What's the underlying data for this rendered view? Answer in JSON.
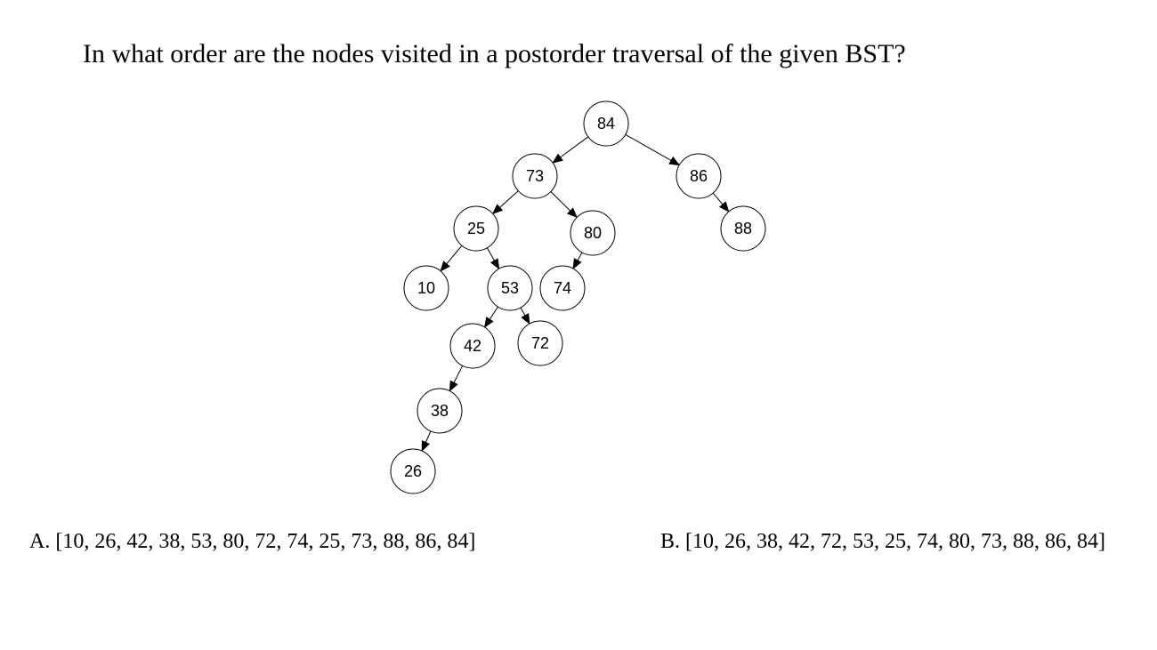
{
  "question": "In what order are the nodes visited in a postorder traversal of the given BST?",
  "tree": {
    "nodes": [
      {
        "id": "n84",
        "label": "84"
      },
      {
        "id": "n73",
        "label": "73"
      },
      {
        "id": "n86",
        "label": "86"
      },
      {
        "id": "n88",
        "label": "88"
      },
      {
        "id": "n25",
        "label": "25"
      },
      {
        "id": "n80",
        "label": "80"
      },
      {
        "id": "n10",
        "label": "10"
      },
      {
        "id": "n53",
        "label": "53"
      },
      {
        "id": "n74",
        "label": "74"
      },
      {
        "id": "n42",
        "label": "42"
      },
      {
        "id": "n72",
        "label": "72"
      },
      {
        "id": "n38",
        "label": "38"
      },
      {
        "id": "n26",
        "label": "26"
      }
    ],
    "edges": [
      {
        "from": "n84",
        "to": "n73"
      },
      {
        "from": "n84",
        "to": "n86"
      },
      {
        "from": "n86",
        "to": "n88"
      },
      {
        "from": "n73",
        "to": "n25"
      },
      {
        "from": "n73",
        "to": "n80"
      },
      {
        "from": "n25",
        "to": "n10"
      },
      {
        "from": "n25",
        "to": "n53"
      },
      {
        "from": "n80",
        "to": "n74"
      },
      {
        "from": "n53",
        "to": "n42"
      },
      {
        "from": "n53",
        "to": "n72"
      },
      {
        "from": "n42",
        "to": "n38"
      },
      {
        "from": "n38",
        "to": "n26"
      }
    ]
  },
  "options": {
    "a": "A. [10, 26, 42, 38, 53, 80, 72, 74, 25, 73, 88, 86, 84]",
    "b": "B. [10, 26, 38, 42, 72, 53, 25, 74, 80, 73, 88, 86, 84]"
  }
}
